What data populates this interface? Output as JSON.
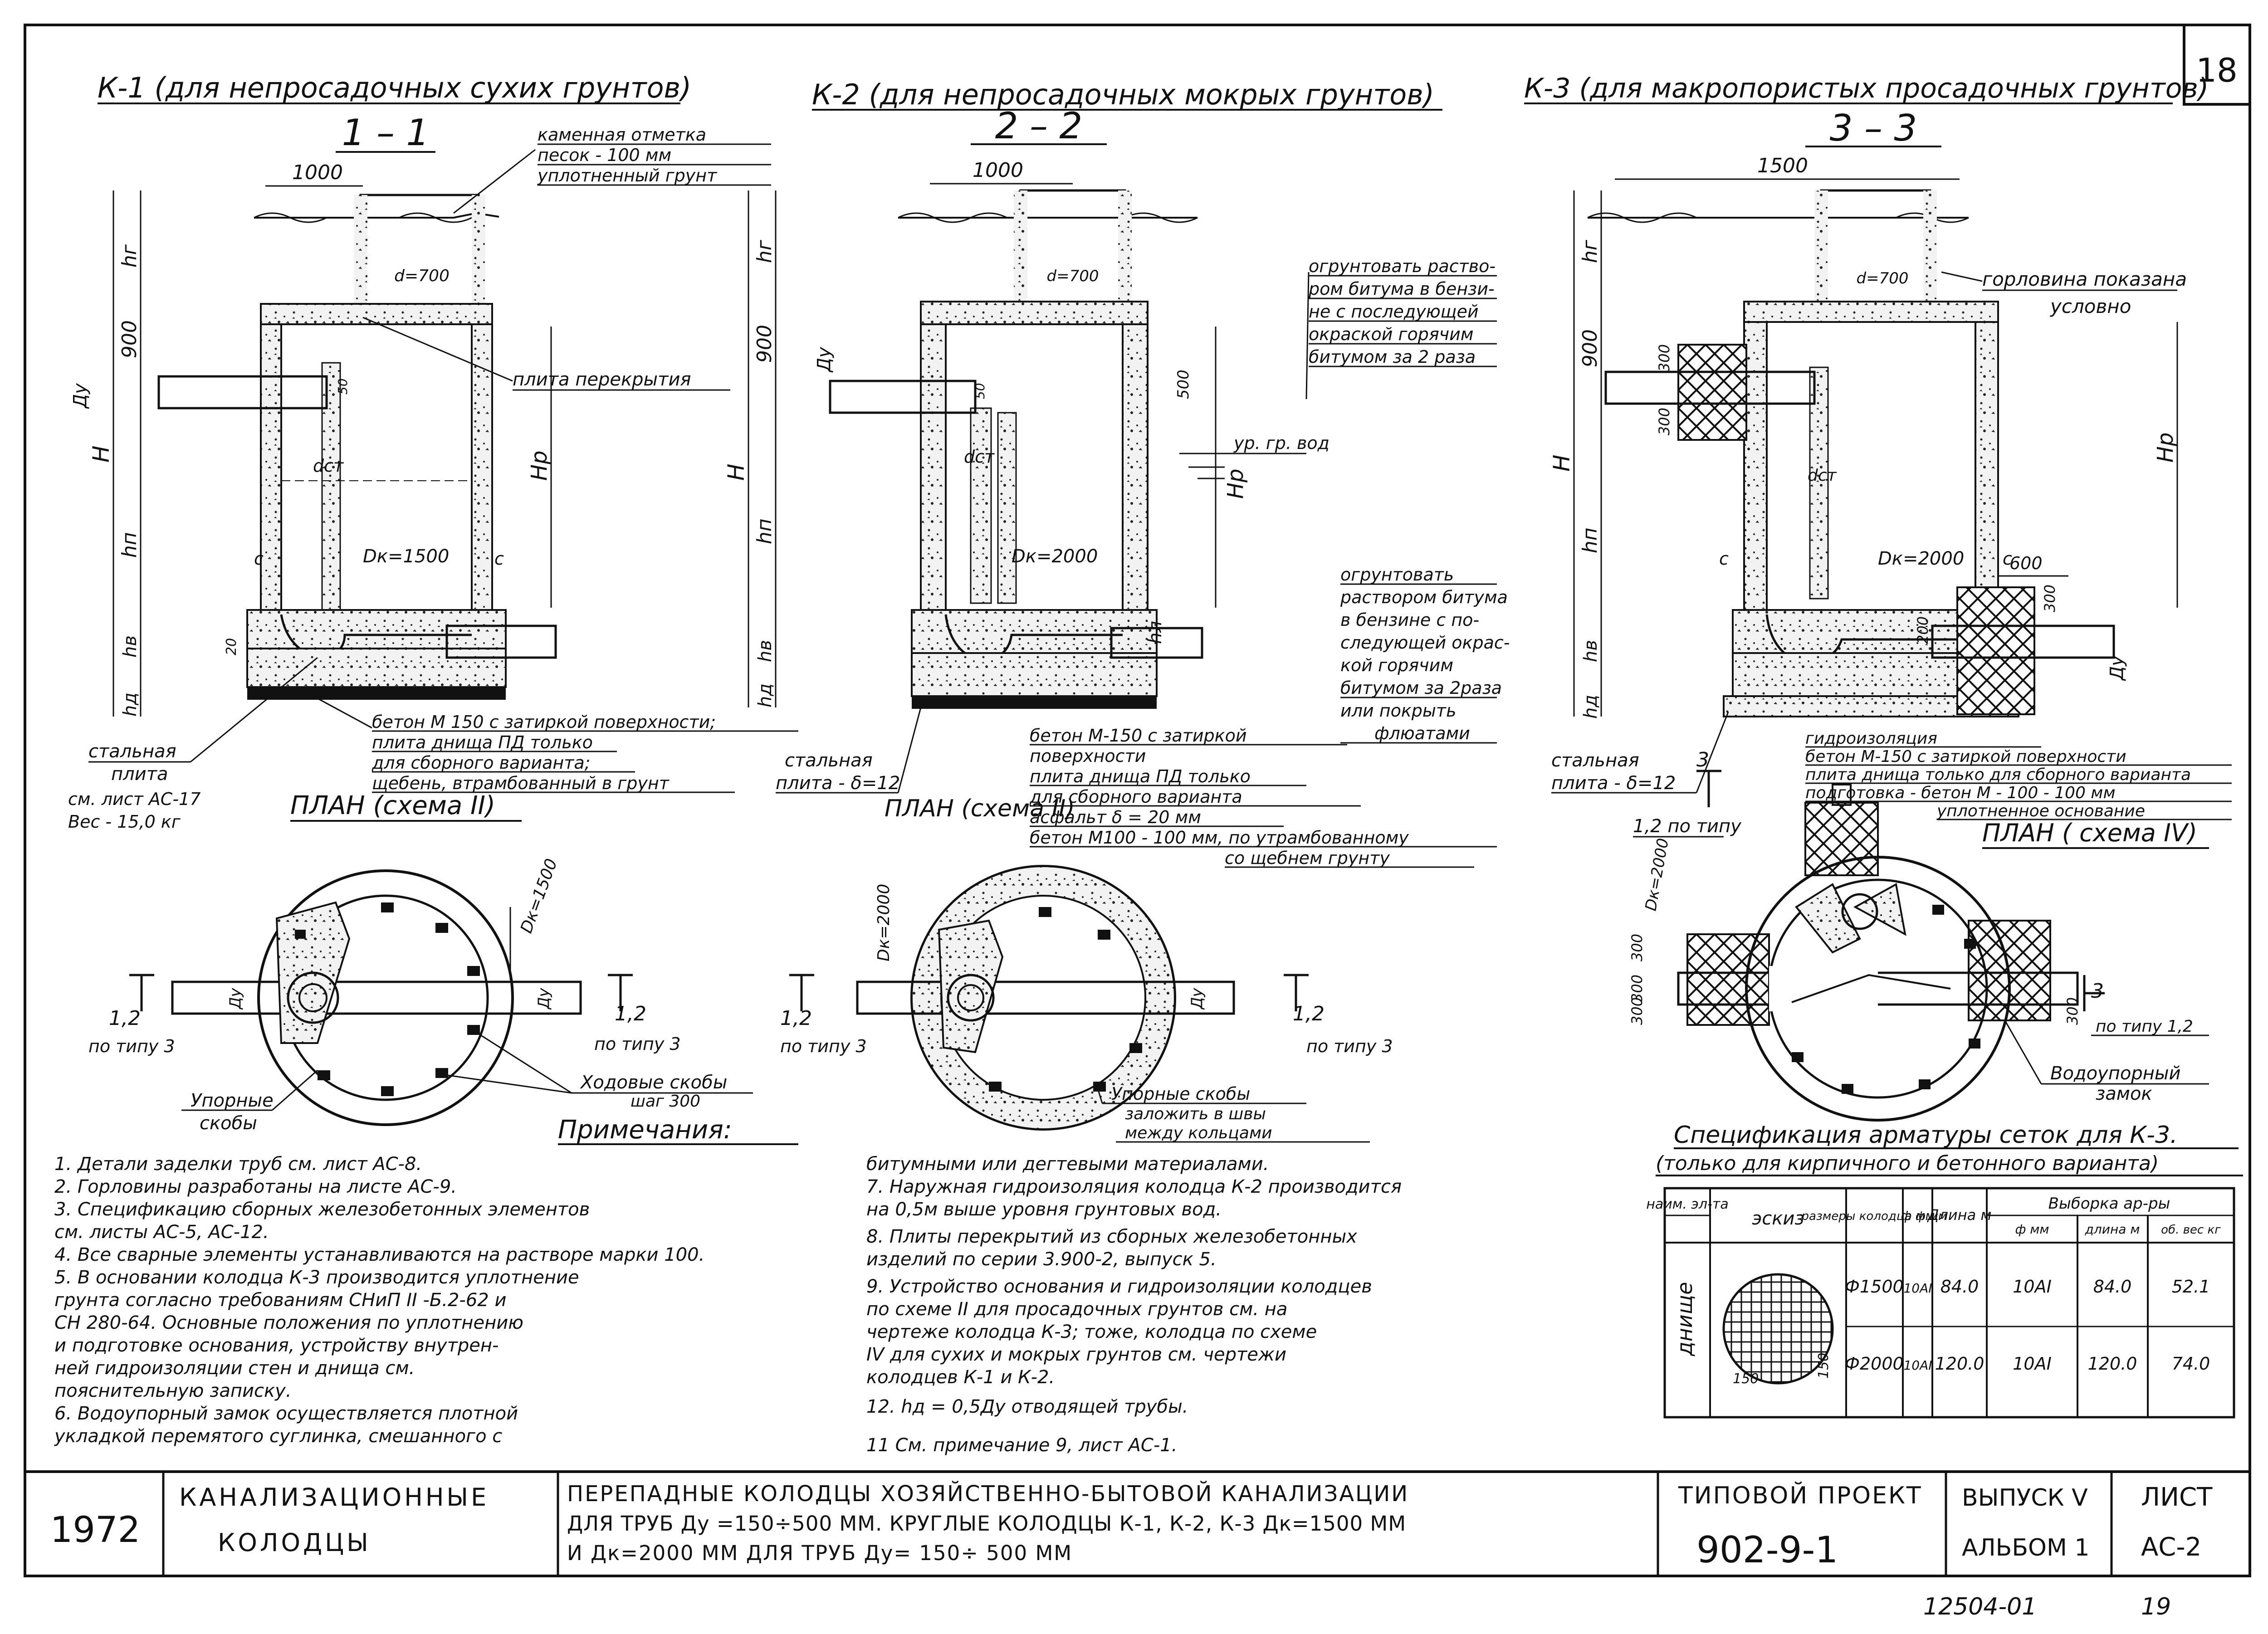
{
  "page": {
    "sheet_number": "18",
    "bottom_code": "12504-01",
    "bottom_page": "19"
  },
  "sections": [
    {
      "title": "К-1 (для непросадочных сухих грунтов)",
      "cut": "1 – 1",
      "width_dim": "1000",
      "neck_dim": "d=700",
      "diam_label": "Dк=1500",
      "labels": {
        "ground": [
          "каменная отметка",
          "песок - 100 мм",
          "уплотненный грунт"
        ],
        "slab": "плита перекрытия",
        "steel_plate": [
          "стальная",
          "плита",
          "см. лист АС-17",
          "Вес - 15,0 кг"
        ],
        "base": [
          "бетон М 150 с затиркой поверхности;",
          "плита днища ПД только",
          "для сборного варианта;",
          "щебень, втрамбованный в грунт"
        ],
        "dims": [
          "hг",
          "900",
          "Н",
          "hп",
          "Нр",
          "hв",
          "hд",
          "Ду",
          "dст",
          "20",
          "50"
        ]
      }
    },
    {
      "title": "К-2 (для непросадочных мокрых грунтов)",
      "cut": "2 – 2",
      "width_dim": "1000",
      "neck_dim": "d=700",
      "diam_label": "Dк=2000",
      "labels": {
        "prime": [
          "огрунтовать раство-",
          "ром битума в бензи-",
          "не с последующей",
          "окраской горячим",
          "битумом за 2 раза"
        ],
        "water_level": "ур. гр. вод",
        "prime2": [
          "огрунтовать",
          "раствором битума",
          "в бензине с по-",
          "следующей окрас-",
          "кой горячим",
          "битумом за 2раза",
          "или покрыть",
          "флюатами"
        ],
        "steel_plate": [
          "стальная",
          "плита - δ=12"
        ],
        "base": [
          "бетон М-150 с затиркой",
          "поверхности",
          "плита днища ПД только",
          "для сборного варианта",
          "асфальт δ = 20 мм",
          "бетон М100 - 100 мм, по утрамбованному",
          "со щебнем грунту"
        ],
        "dims": [
          "hг",
          "900",
          "Н",
          "hп",
          "Нр",
          "hв",
          "hд",
          "Ду",
          "dст",
          "500",
          "50",
          "hл"
        ]
      }
    },
    {
      "title": "К-3 (для макропористых просадочных грунтов)",
      "cut": "3 – 3",
      "width_dim": "1500",
      "neck_dim": "d=700",
      "diam_label": "Dк=2000",
      "labels": {
        "neck_note": [
          "горловина показана",
          "условно"
        ],
        "dim_600": "600",
        "steel_plate": [
          "стальная",
          "плита - δ=12"
        ],
        "base": [
          "гидроизоляция",
          "бетон М-150 с затиркой поверхности",
          "плита днища только для сборного варианта",
          "подготовка - бетон М - 100 - 100 мм",
          "уплотненное основание"
        ],
        "dims": [
          "hг",
          "900",
          "Н",
          "hп",
          "Нр",
          "hв",
          "hд",
          "Ду",
          "dст",
          "300",
          "300",
          "300",
          "200"
        ]
      }
    }
  ],
  "plans": [
    {
      "title": "ПЛАН (схема II)",
      "cut_left": "1,2",
      "cut_right": "1,2",
      "by_type_left": "по типу 3",
      "by_type_right": "по типу 3",
      "dk": "Dк=1500",
      "du": "Ду",
      "supports": [
        "Упорные",
        "скобы"
      ],
      "steps": [
        "Ходовые скобы",
        "шаг 300"
      ]
    },
    {
      "title": "ПЛАН (схема II)",
      "cut_left": "1,2",
      "cut_right": "1,2",
      "by_type_left": "по типу 3",
      "by_type_right": "по типу 3",
      "dk": "Dк=2000",
      "du": "Ду",
      "supports": [
        "Упорные скобы",
        "заложить в швы",
        "между кольцами"
      ]
    },
    {
      "title": "ПЛАН ( схема IV)",
      "cut_top": "3",
      "cut_right": "3",
      "by_type_left": "1,2 по типу",
      "by_type_right": "по типу 1,2",
      "dk": "Dк=2000",
      "dims": [
        "300",
        "300",
        "300",
        "300"
      ],
      "waterproof": [
        "Водоупорный",
        "замок"
      ]
    }
  ],
  "notes": {
    "title": "Примечания:",
    "left": [
      "1. Детали заделки труб см. лист АС-8.",
      "2. Горловины разработаны на листе АС-9.",
      "3. Спецификацию сборных железобетонных элементов",
      "    см. листы АС-5,  АС-12.",
      "4. Все сварные элементы устанавливаются на растворе марки 100.",
      "5. В основании колодца  К-3 производится уплотнение",
      "    грунта согласно требованиям СНиП II -Б.2-62  и",
      "    СН 280-64. Основные положения по уплотнению",
      "    и подготовке  основания, устройству внутрен-",
      "    ней  гидроизоляции стен и днища    см.",
      "    пояснительную записку.",
      "6.  Водоупорный замок осуществляется плотной",
      "     укладкой   перемятого суглинка, смешанного с"
    ],
    "right": [
      "    битумными   или   дегтевыми материалами.",
      "7. Наружная гидроизоляция колодца К-2 производится",
      "    на 0,5м выше уровня грунтовых вод.",
      "8.  Плиты перекрытий из сборных железобетонных",
      "     изделий     по  серии   3.900-2,  выпуск 5.",
      "9.  Устройство   основания  и гидроизоляции колодцев",
      "     по схеме II для просадочных грунтов  см.  на",
      "     чертеже   колодца  К-3; тоже, колодца по схеме",
      "     IV для сухих и мокрых грунтов см. чертежи",
      "     колодцев  К-1 и К-2.",
      "12.  hд = 0,5Ду отводящей трубы.",
      "11  См. примечание 9,  лист АС-1."
    ]
  },
  "spec_table": {
    "title": [
      "Спецификация арматуры сеток для К-3.",
      "(только для кирпичного и бетонного варианта)"
    ],
    "headers": {
      "name": "наим. эл-та",
      "sketch": "эскиз",
      "well_size": "размеры колодца ф мм",
      "phi": "ф мм",
      "length": "Длина м",
      "selection": "Выборка ар-ры",
      "sel_phi": "ф мм",
      "sel_len": "длина м",
      "sel_weight": "об. вес кг"
    },
    "element": "днище",
    "sketch_dims": [
      "150",
      "150"
    ],
    "rows": [
      {
        "size": "Ф1500",
        "phi": "10AI",
        "length": "84.0",
        "sel_phi": "10AI",
        "sel_len": "84.0",
        "weight": "52.1"
      },
      {
        "size": "Ф2000",
        "phi": "10AI",
        "length": "120.0",
        "sel_phi": "10AI",
        "sel_len": "120.0",
        "weight": "74.0"
      }
    ]
  },
  "title_block": {
    "year": "1972",
    "name": [
      "КАНАЛИЗАЦИОННЫЕ",
      "КОЛОДЦЫ"
    ],
    "description": [
      "ПЕРЕПАДНЫЕ  КОЛОДЦЫ ХОЗЯЙСТВЕННО-БЫТОВОЙ КАНАЛИЗАЦИИ",
      "ДЛЯ ТРУБ  Ду =150÷500 ММ.  КРУГЛЫЕ КОЛОДЦЫ К-1, К-2, К-3  Дк=1500 ММ",
      "И  Дк=2000 ММ  ДЛЯ ТРУБ Ду= 150÷ 500 ММ"
    ],
    "project_label": "ТИПОВОЙ ПРОЕКТ",
    "project_number": "902-9-1",
    "issue": "ВЫПУСК V",
    "album": "АЛЬБОМ 1",
    "sheet_label": "ЛИСТ",
    "sheet": "АС-2"
  }
}
